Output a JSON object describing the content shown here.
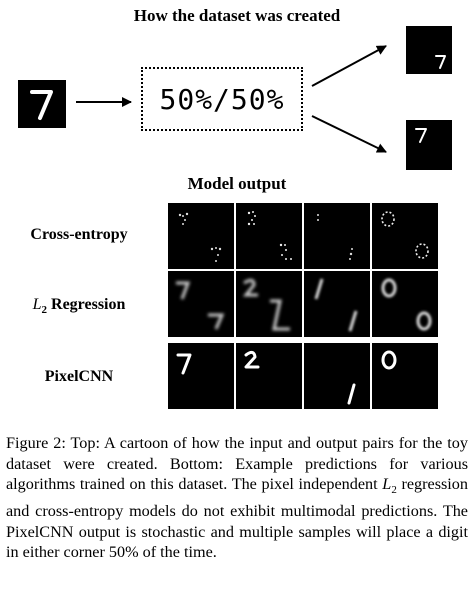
{
  "top_section": {
    "title": "How the dataset was created",
    "split_text": "50%/50%"
  },
  "model_section": {
    "title": "Model output",
    "rows": [
      {
        "label": "Cross-entropy"
      },
      {
        "label_math": "L",
        "label_sub": "2",
        "label_rest": " Regression"
      },
      {
        "label": "PixelCNN"
      }
    ]
  },
  "caption": {
    "part1": "Figure 2: Top: A cartoon of how the input and output pairs for the toy dataset were created. Bottom: Example predictions for various algorithms trained on this dataset. The pixel independent ",
    "math": "L",
    "math_sub": "2",
    "part2": " regression and cross-entropy models do not exhibit multimodal predictions. The PixelCNN output is stochastic and multiple samples will place a digit in either corner 50% of the time."
  }
}
